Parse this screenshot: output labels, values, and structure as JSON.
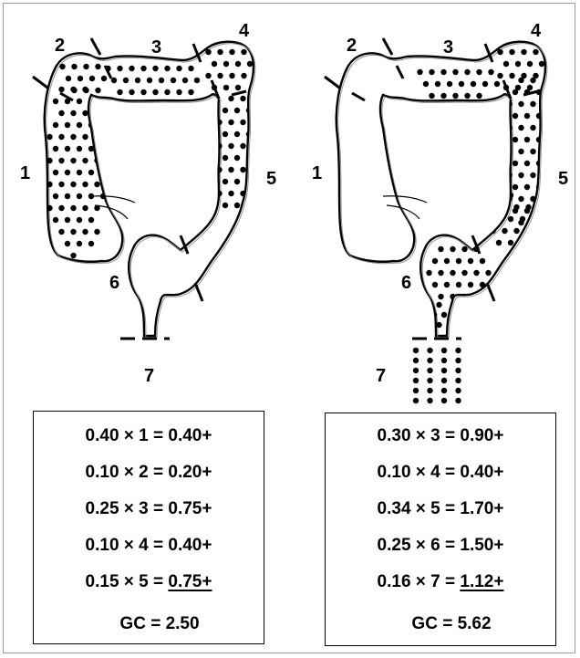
{
  "panels": [
    {
      "segment_labels": [
        "1",
        "2",
        "3",
        "4",
        "5",
        "6",
        "7"
      ],
      "lines": [
        {
          "lhs": "0.40 × 1 = ",
          "rhs": "0.40+"
        },
        {
          "lhs": "0.10 × 2 = ",
          "rhs": "0.20+"
        },
        {
          "lhs": "0.25 × 3 = ",
          "rhs": "0.75+"
        },
        {
          "lhs": "0.10 × 4 = ",
          "rhs": "0.40+"
        },
        {
          "lhs": "0.15 × 5 = ",
          "rhs": "0.75+"
        }
      ],
      "gc": "GC = 2.50"
    },
    {
      "segment_labels": [
        "1",
        "2",
        "3",
        "4",
        "5",
        "6",
        "7"
      ],
      "lines": [
        {
          "lhs": "0.30 × 3 = ",
          "rhs": "0.90+"
        },
        {
          "lhs": "0.10 × 4 = ",
          "rhs": "0.40+"
        },
        {
          "lhs": "0.34 × 5 = ",
          "rhs": "1.70+"
        },
        {
          "lhs": "0.25 × 6 = ",
          "rhs": "1.50+"
        },
        {
          "lhs": "0.16 × 7 = ",
          "rhs": "1.12+"
        }
      ],
      "gc": "GC = 5.62"
    }
  ],
  "colors": {
    "ink": "#000000",
    "background": "#ffffff",
    "frame": "#9a9a9a"
  }
}
